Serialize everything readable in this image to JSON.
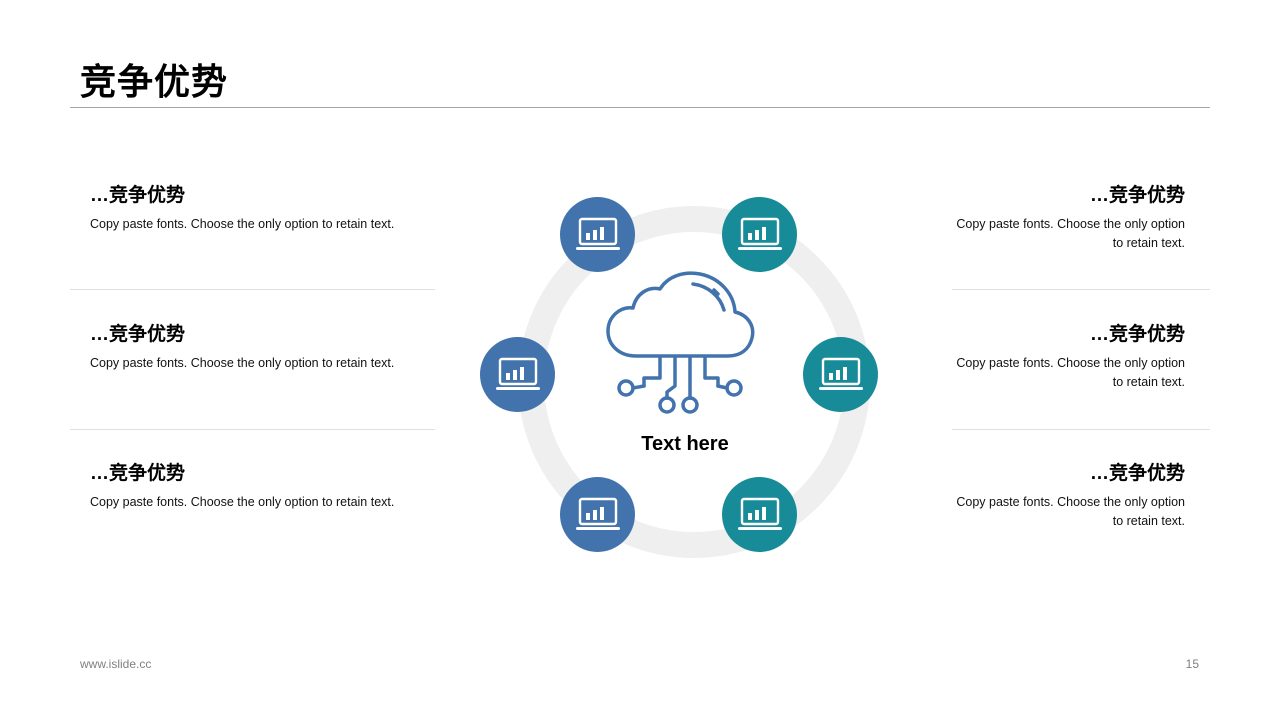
{
  "title": "竞争优势",
  "left_items": [
    {
      "title": "…竞争优势",
      "desc": "Copy paste fonts. Choose the only option to retain text."
    },
    {
      "title": "…竞争优势",
      "desc": "Copy paste fonts. Choose the only option to retain text."
    },
    {
      "title": "…竞争优势",
      "desc": "Copy paste fonts. Choose the only option to retain text."
    }
  ],
  "right_items": [
    {
      "title": "…竞争优势",
      "desc_line1": "Copy paste fonts. Choose the only option",
      "desc_line2": "to retain text."
    },
    {
      "title": "…竞争优势",
      "desc_line1": "Copy paste fonts. Choose the only option",
      "desc_line2": "to retain text."
    },
    {
      "title": "…竞争优势",
      "desc_line1": "Copy paste fonts. Choose the only option",
      "desc_line2": "to retain text."
    }
  ],
  "center": {
    "label": "Text here",
    "icon": "cloud-network-icon"
  },
  "nodes": {
    "icon": "laptop-chart-icon",
    "colors": {
      "blue": "#4273ad",
      "teal": "#188b99"
    }
  },
  "footer": {
    "url": "www.islide.cc",
    "page": "15"
  }
}
